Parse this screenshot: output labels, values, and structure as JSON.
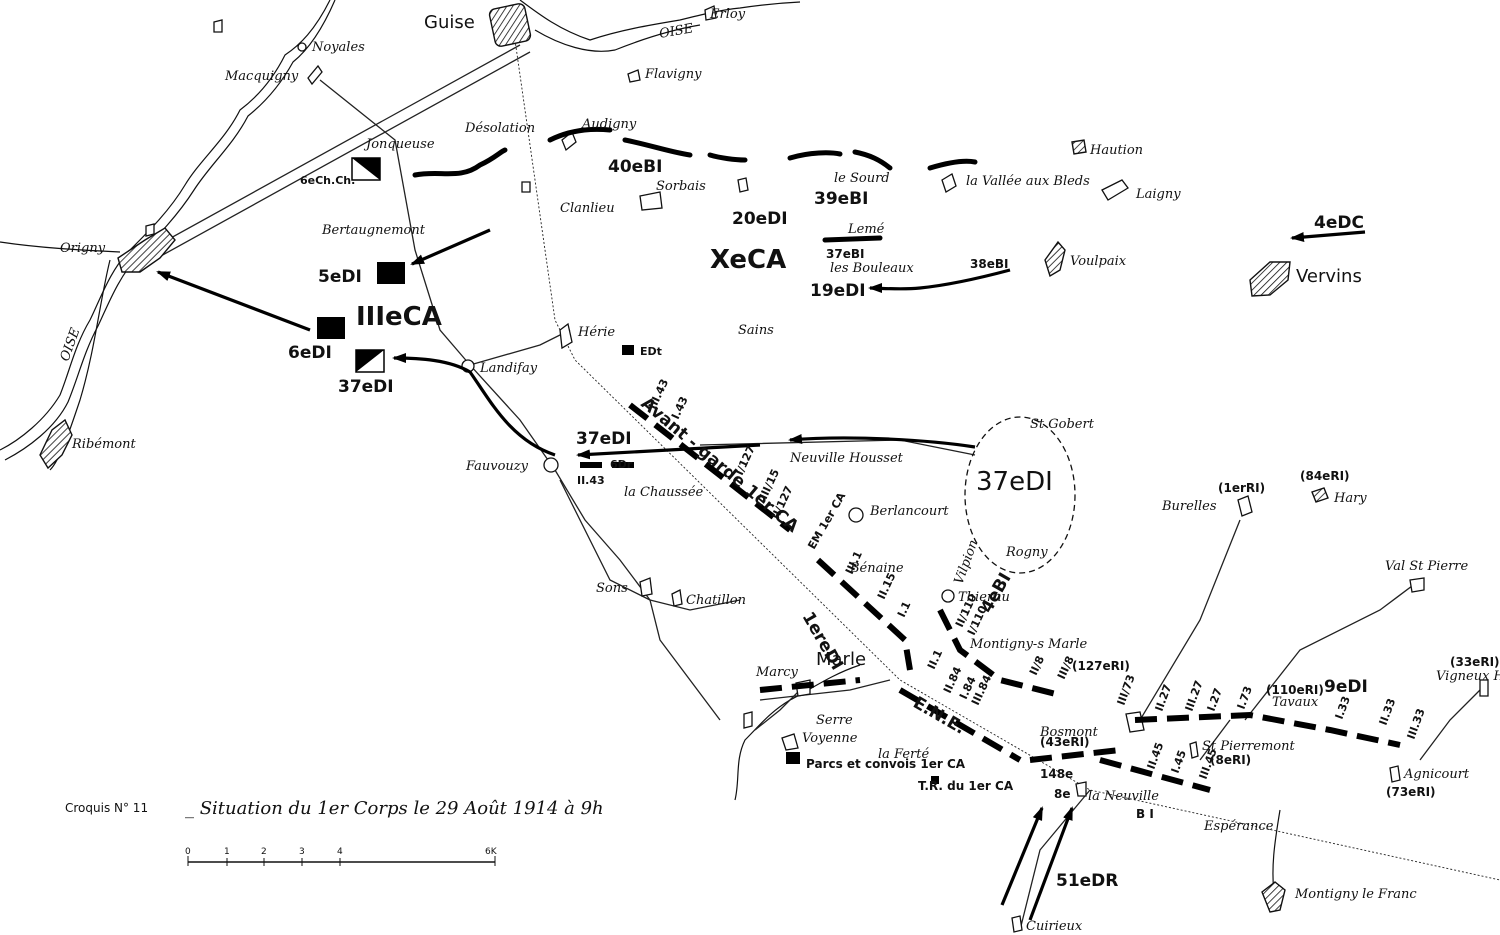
{
  "caption": {
    "label": "Croquis N° 11",
    "title": "_ Situation du 1er Corps le 29 Août 1914 à 9h"
  },
  "scale": {
    "ticks": [
      "0",
      "1",
      "2",
      "3",
      "4",
      "6K"
    ]
  },
  "places": {
    "guise": "Guise",
    "noyales": "Noyales",
    "macquigny": "Macquigny",
    "oise_n": "OISE",
    "oise_w": "OISE",
    "flavigny": "Flavigny",
    "audigny": "Audigny",
    "desolation": "Désolation",
    "jonqueuse": "Jonqueuse",
    "hauteon": "Haution",
    "le_sourd": "le Sourd",
    "la_vallee": "la Vallée aux Bleds",
    "laigny": "Laigny",
    "lemé": "Lemé",
    "les_bouleaux": "les Bouleaux",
    "voulpaix": "Voulpaix",
    "vervins": "Vervins",
    "origny": "Origny",
    "bertaugnemont": "Bertaugnemont",
    "sains": "Sains",
    "herie": "Hérie",
    "landifay": "Landifay",
    "ribemont": "Ribémont",
    "fauvouzy": "Fauvouzy",
    "la_chaussee": "la Chaussée",
    "neuville": "Neuville Housset",
    "st_gobert": "St Gobert",
    "berlancourt": "Berlancourt",
    "rogny": "Rogny",
    "benaine": "Bénaine",
    "vilpion": "Vilpion",
    "thiernu": "Thiernu",
    "montigny": "Montigny-s Marle",
    "burelles": "Burelles",
    "hary": "Hary",
    "val_st_pierre": "Val St Pierre",
    "vigneux": "Vigneux Hocquet",
    "sons": "Sons",
    "chatillon": "Chatillon",
    "marcy": "Marcy",
    "marle": "Marle",
    "serre": "Serre",
    "voyenne": "Voyenne",
    "la_ferte": "la Ferté",
    "bosmont": "Bosmont",
    "st_pierremont": "St Pierremont",
    "agnicourt": "Agnicourt",
    "tavaux": "Tavaux",
    "la_neuville": "la Neuville",
    "esperance": "Espérance",
    "montigny_franc": "Montigny le Franc",
    "cuirieux": "Cuirieux",
    "clanlieu": "Clanlieu",
    "sorbais": "Sorbais",
    "erloy": "Erloy"
  },
  "units": {
    "x_ca": "XeCA",
    "iii_ca": "IIIeCA",
    "d5": "5eDI",
    "d6": "6eDI",
    "d37a": "37eDI",
    "d37b": "37eDI",
    "d37c": "37eDI",
    "d20": "20eDI",
    "d19": "19eDI",
    "d1": "1ereDI",
    "d9": "9eDI",
    "d51r": "51eDR",
    "b40": "40eBI",
    "b39": "39eBI",
    "b37": "37eBI",
    "b38": "38eBI",
    "b4": "4eBI",
    "dc4": "4eDC",
    "ch6": "6eCh.Ch.",
    "ed6": "6Dr",
    "edt": "EDt",
    "avant_garde": "Avant - garde 1er CA",
    "ene": "E.N.E.",
    "parcs": "Parcs et convois 1er CA",
    "tr": "T.R. du 1er CA",
    "em": "EM 1er CA",
    "b148": "148e",
    "b8": "8e",
    "bi": "B I",
    "ri1": "(1erRI)",
    "ri84": "(84eRI)",
    "ri127": "(127eRI)",
    "ri110": "(110eRI)",
    "ri33": "(33eRI)",
    "ri43": "(43eRI)",
    "ri8": "(8eRI)",
    "ri73": "(73eRI)"
  },
  "battalions": [
    "II.43",
    "I.43",
    "III.43",
    "II/127",
    "III/15",
    "II.15",
    "I/127",
    "II.1",
    "III.1",
    "I.1",
    "II.84",
    "I.84",
    "III.84",
    "II/110",
    "I/110",
    "II/8",
    "III/8",
    "III/73",
    "II.27",
    "III.27",
    "I.27",
    "I.73",
    "I.33",
    "II.33",
    "III.33",
    "II.45",
    "I.45",
    "III.45"
  ]
}
